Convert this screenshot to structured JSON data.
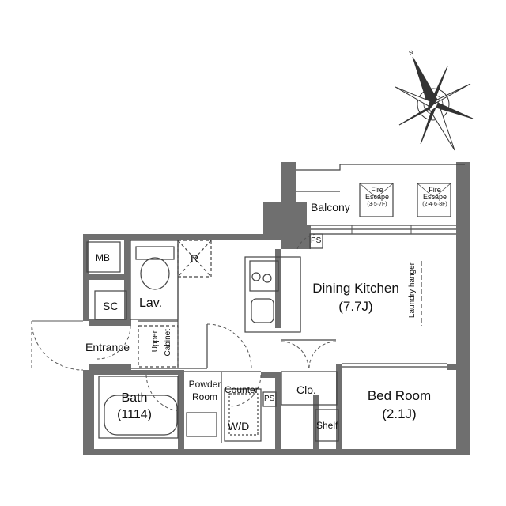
{
  "compass": {
    "north_label": "N"
  },
  "rooms": {
    "balcony": "Balcony",
    "fire_escape_1": {
      "line1": "Fire",
      "line2": "Escape",
      "floors": "(3·5·7F)"
    },
    "fire_escape_2": {
      "line1": "Fire",
      "line2": "Escape",
      "floors": "(2·4·6·8F)"
    },
    "ps_top": "PS",
    "ps_bottom": "PS",
    "mb": "MB",
    "refrigerator": "R",
    "dining_kitchen": {
      "name": "Dining Kitchen",
      "size": "(7.7J)"
    },
    "laundry_hanger": "Laundry hanger",
    "sc": "SC",
    "lav": "Lav.",
    "entrance": "Entrance",
    "upper_cabinet": {
      "line1": "Upper",
      "line2": "Cabinet"
    },
    "bath": {
      "name": "Bath",
      "size": "(1114)"
    },
    "powder_room": {
      "line1": "Powder",
      "line2": "Room"
    },
    "counter": "Counter",
    "wd": "W/D",
    "clo": "Clo.",
    "bed_room": {
      "name": "Bed Room",
      "size": "(2.1J)"
    },
    "shelf": "Shelf"
  },
  "colors": {
    "wall": "#6f6f6f",
    "line": "#444444",
    "background": "#ffffff"
  }
}
